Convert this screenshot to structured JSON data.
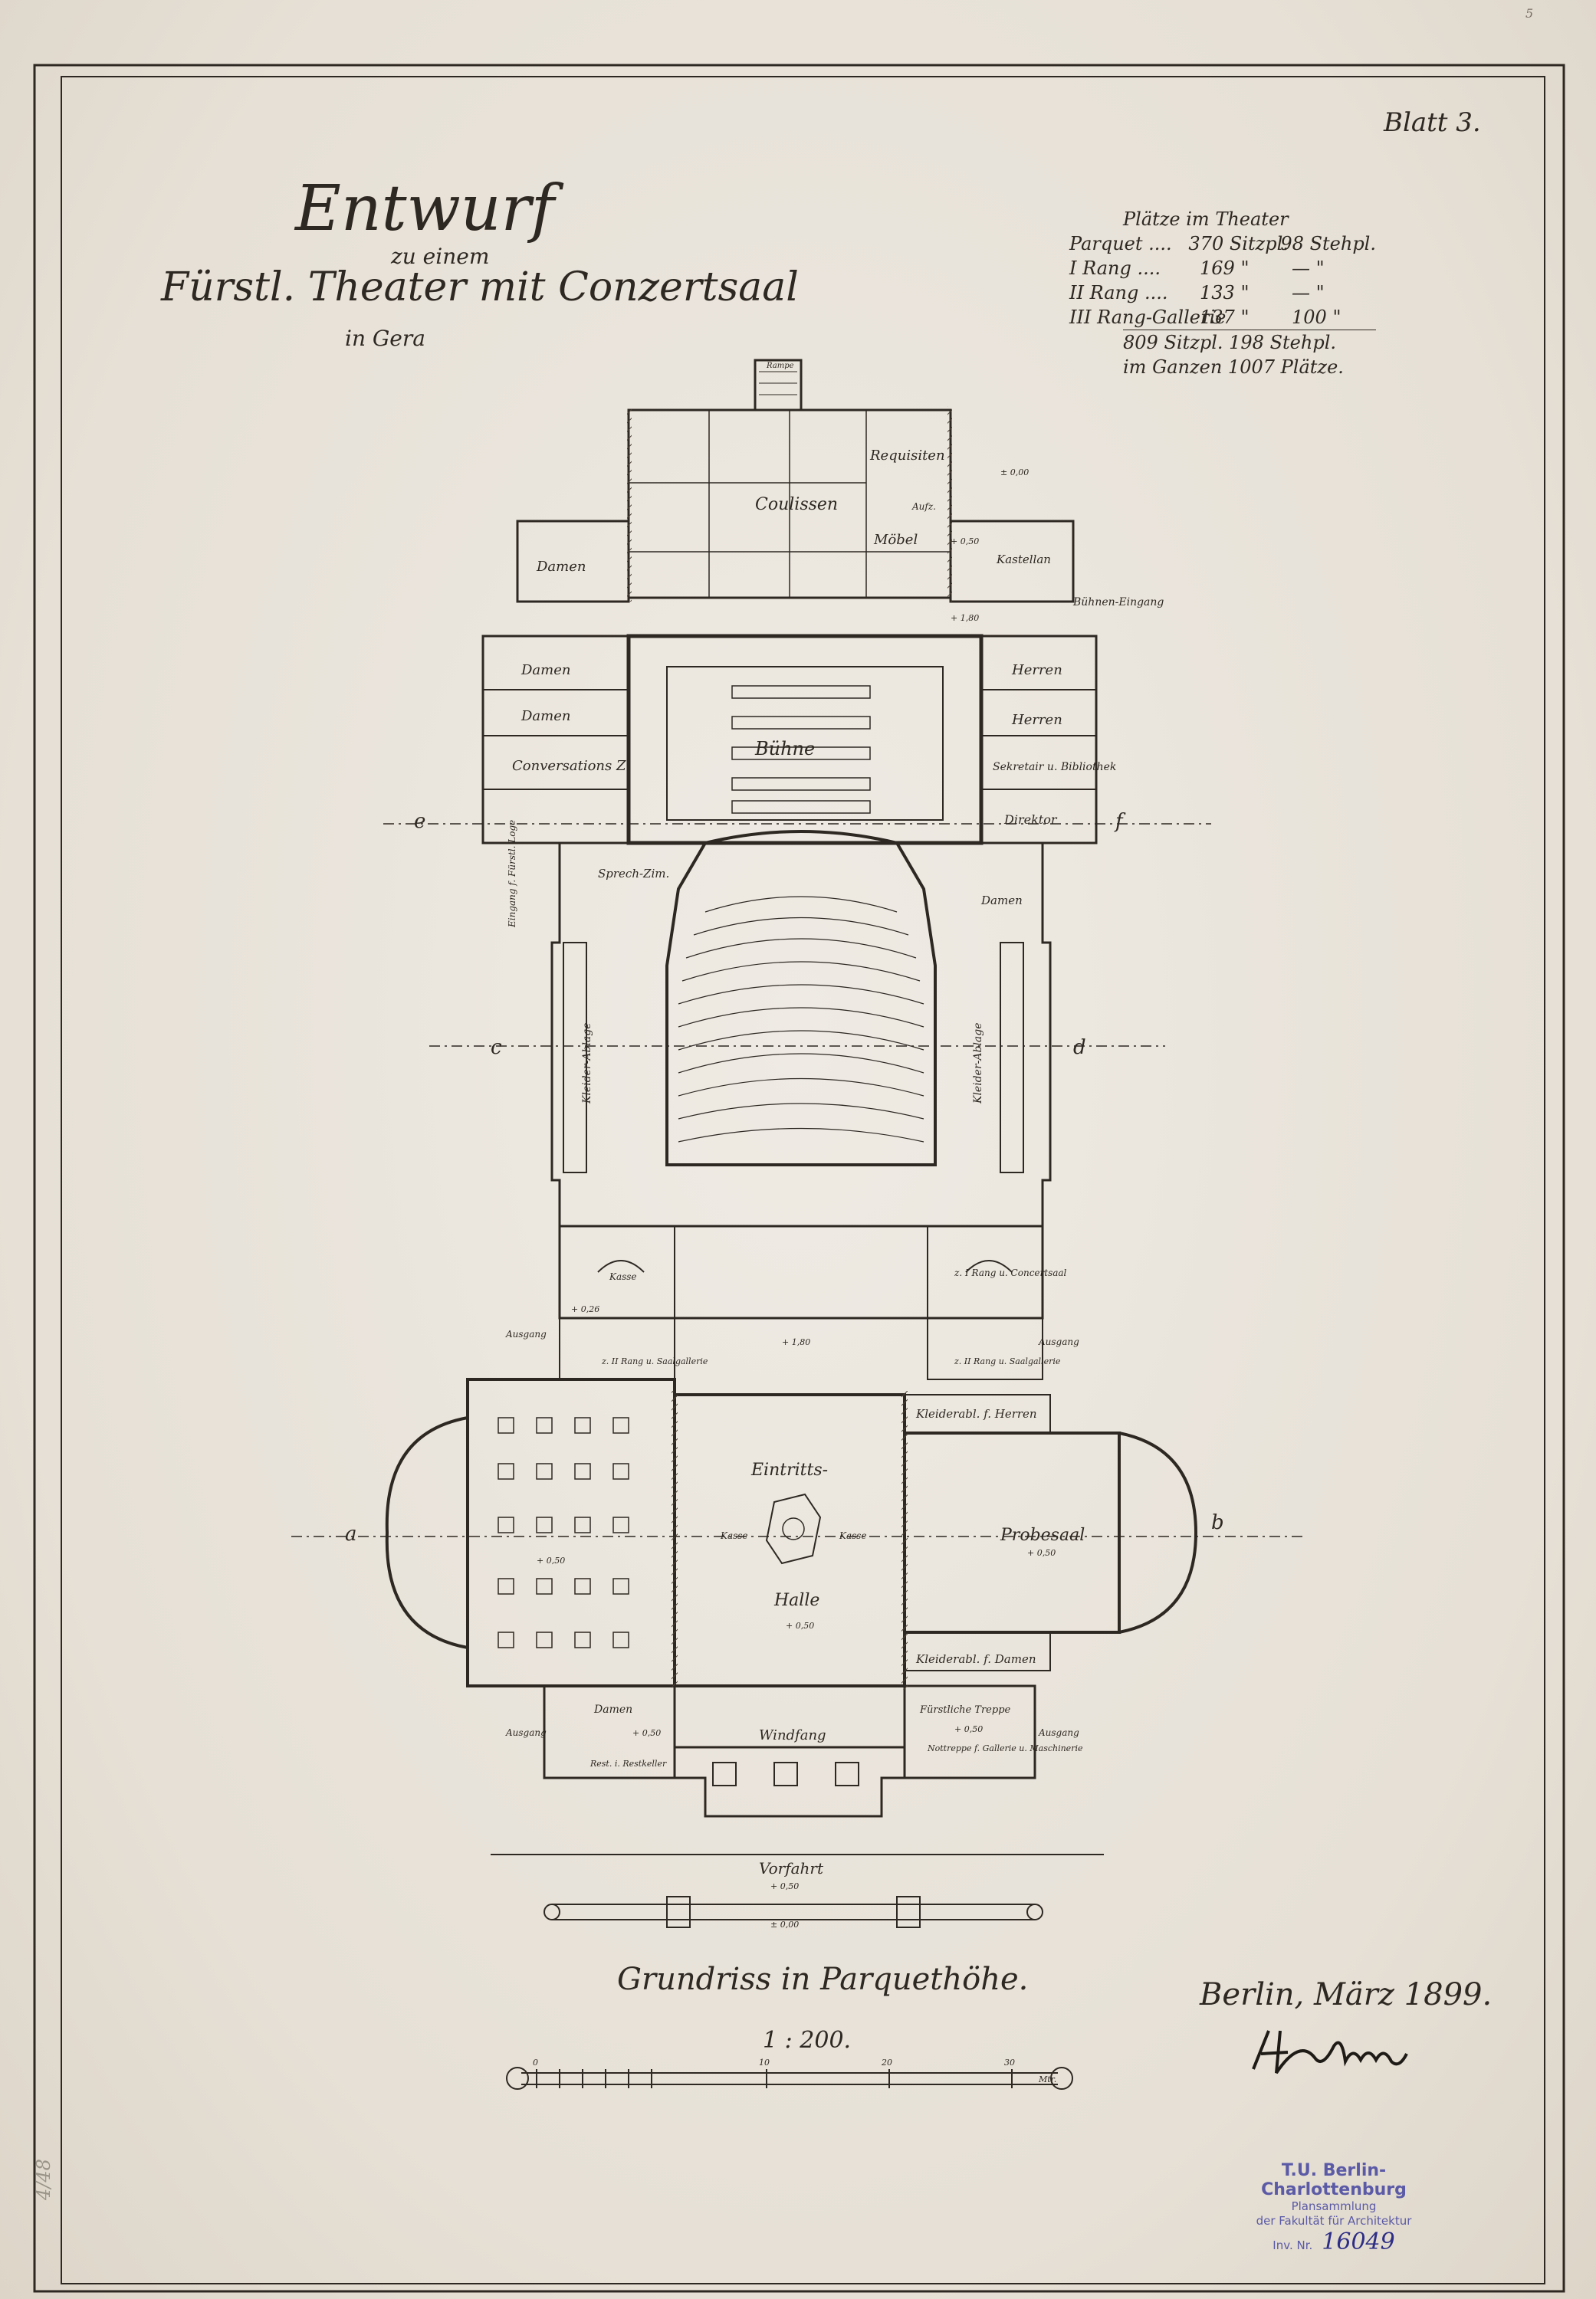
{
  "sheet": {
    "number": "Blatt 3.",
    "corner_mark": "5",
    "pencil_mark": "4/48"
  },
  "title": {
    "line1": "Entwurf",
    "line2": "zu einem",
    "line3": "Fürstl. Theater mit Conzertsaal",
    "line4": "in Gera"
  },
  "seating": {
    "heading": "Plätze im Theater",
    "rows": [
      {
        "name": "Parquet ....",
        "seats": "370 Sitzpl.",
        "standing": "98 Stehpl."
      },
      {
        "name": "I Rang ....",
        "seats": "169 \"",
        "standing": "— \""
      },
      {
        "name": "II Rang ....",
        "seats": "133 \"",
        "standing": "— \""
      },
      {
        "name": "III Rang-Gallerie",
        "seats": "137 \"",
        "standing": "100 \""
      }
    ],
    "total_line": "809 Sitzpl.  198 Stehpl.",
    "grand_total": "im Ganzen 1007 Plätze."
  },
  "rooms": {
    "rampe": "Rampe",
    "coulissen": "Coulissen",
    "requisiten": "Requisiten",
    "mobel": "Möbel",
    "aufz": "Aufz.",
    "kastellan": "Kastellan",
    "buhnen_eingang": "Bühnen-Eingang",
    "damen_top": "Damen",
    "damen1": "Damen",
    "damen2": "Damen",
    "conversations": "Conversations Z.",
    "buhne": "Bühne",
    "herren1": "Herren",
    "herren2": "Herren",
    "sekretar": "Sekretair u. Bibliothek",
    "direktor": "Direktor",
    "sprech": "Sprech-Zim.",
    "eingang_furst": "Eingang f. Fürstl. Loge",
    "damen_right": "Damen",
    "kleider_left": "Kleider-Ablage",
    "kleider_right": "Kleider-Ablage",
    "kasse_small": "Kasse",
    "rang_concert": "z. I Rang u. Concertsaal",
    "ausgang1": "Ausgang",
    "ausgang2": "Ausgang",
    "ausgang3": "Ausgang",
    "ausgang4": "Ausgang",
    "rang_left": "z. II Rang u. Saalgallerie",
    "rang_right": "z. II Rang u. Saalgallerie",
    "kleiderabl_herren": "Kleiderabl. f. Herren",
    "eintritts": "Eintritts-",
    "halle": "Halle",
    "kasse_l": "Kasse",
    "kasse_r": "Kasse",
    "probesaal": "Probesaal",
    "kleiderabl_damen": "Kleiderabl. f. Damen",
    "damen_bottom": "Damen",
    "restaurant_keller": "Rest. i. Restkeller",
    "windfang": "Windfang",
    "furstl_treppe": "Fürstliche Treppe",
    "nottreppe": "Nottreppe f. Gallerie u. Maschinerie",
    "vorfahrt": "Vorfahrt"
  },
  "levels": {
    "l_000_top": "± 0,00",
    "l_050_a": "+ 0,50",
    "l_180_a": "+ 1,80",
    "l_180_b": "+ 1,80",
    "l_050_b": "+ 0,50",
    "l_050_c": "+ 0,50",
    "l_050_d": "+ 0,50",
    "l_050_e": "+ 0,50",
    "l_050_f": "+ 0,50",
    "l_050_g": "+ 0,50",
    "l_000_bottom": "± 0,00",
    "l_026": "+ 0,26"
  },
  "sections": {
    "a": "a",
    "b": "b",
    "c": "c",
    "d": "d",
    "e": "e",
    "f": "f"
  },
  "caption": "Grundriss in Parquethöhe.",
  "scale": {
    "label": "1 : 200.",
    "ticks": [
      "0",
      "10",
      "20",
      "30"
    ],
    "unit": "Mtr."
  },
  "place_date": "Berlin, März 1899.",
  "signature": "H. Seeling",
  "stamp": {
    "line1": "T.U. Berlin-Charlottenburg",
    "line2": "Plansammlung",
    "line3": "der Fakultät für Architektur",
    "inv_label": "Inv. Nr.",
    "inv_number": "16049"
  }
}
